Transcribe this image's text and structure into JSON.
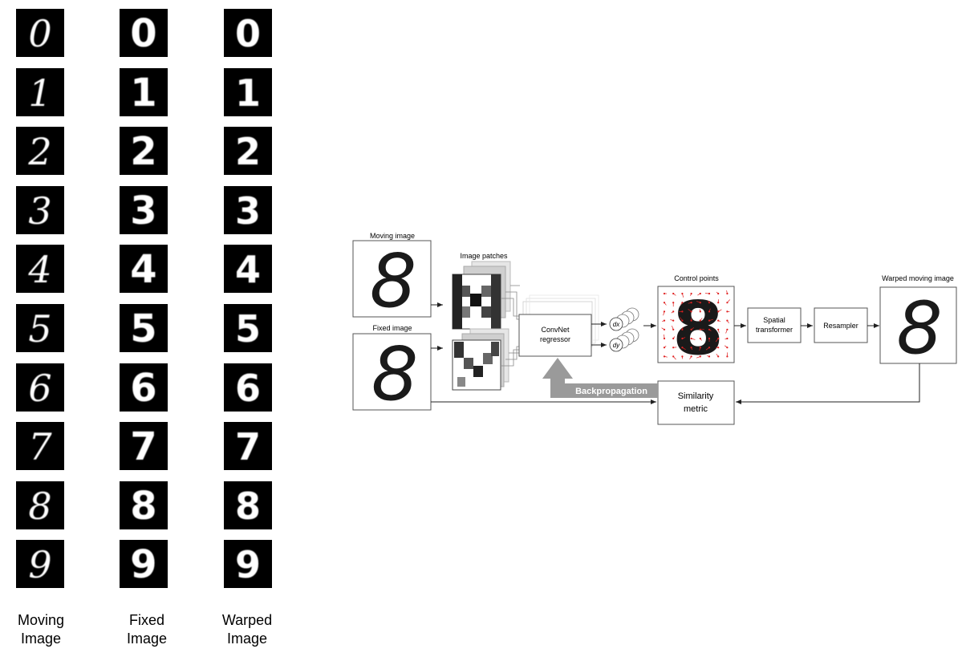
{
  "mnist_grid": {
    "columns": [
      {
        "label_line1": "Moving",
        "label_line2": "Image"
      },
      {
        "label_line1": "Fixed",
        "label_line2": "Image"
      },
      {
        "label_line1": "Warped",
        "label_line2": "Image"
      }
    ],
    "digits": [
      "0",
      "1",
      "2",
      "3",
      "4",
      "5",
      "6",
      "7",
      "8",
      "9"
    ]
  },
  "diagram": {
    "moving_image_label": "Moving image",
    "fixed_image_label": "Fixed image",
    "image_patches_label": "Image patches",
    "convnet_line1": "ConvNet",
    "convnet_line2": "regressor",
    "dx_label": "dx",
    "dy_label": "dy",
    "control_points_label": "Control points",
    "spatial_line1": "Spatial",
    "spatial_line2": "transformer",
    "resampler_label": "Resampler",
    "warped_label": "Warped moving image",
    "similarity_line1": "Similarity",
    "similarity_line2": "metric",
    "backprop_label": "Backpropagation",
    "sample_digit": "8"
  },
  "colors": {
    "tile_bg": "#000000",
    "digit_fg": "#ffffff",
    "control_point": "#e02020",
    "backprop_arrow": "#9a9a9a"
  }
}
